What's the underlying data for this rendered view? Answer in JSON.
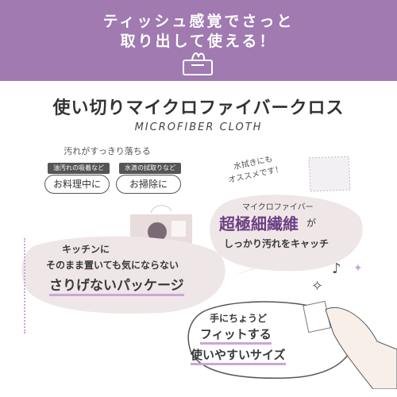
{
  "banner": {
    "line1": "ティッシュ感覚でさっと",
    "line2": "取り出して使える！"
  },
  "header": {
    "title": "使い切りマイクロファイバークロス",
    "subtitle": "MICROFIBER CLOTH"
  },
  "uses": {
    "note": "汚れがすっきり落ちる",
    "items": [
      {
        "tag": "油汚れの吸着など",
        "label": "お料理中に"
      },
      {
        "tag": "水滴の拭取りなど",
        "label": "お掃除に"
      }
    ]
  },
  "side_note": "水拭きにも\nオススメです！",
  "fiber": {
    "small": "マイクロファイバー",
    "big": "超極細繊維",
    "suffix": "が",
    "line2": "しっかり汚れをキャッチ"
  },
  "package": {
    "line1": "キッチンに",
    "line2": "そのまま置いても気にならない",
    "line3": "さりげないパッケージ"
  },
  "fit": {
    "line1": "手にちょうど",
    "line2": "フィットする",
    "line3": "使いやすいサイズ"
  },
  "colors": {
    "banner": "#a07ab0",
    "accent": "#6b3f82",
    "blob": "#efe6e8"
  }
}
